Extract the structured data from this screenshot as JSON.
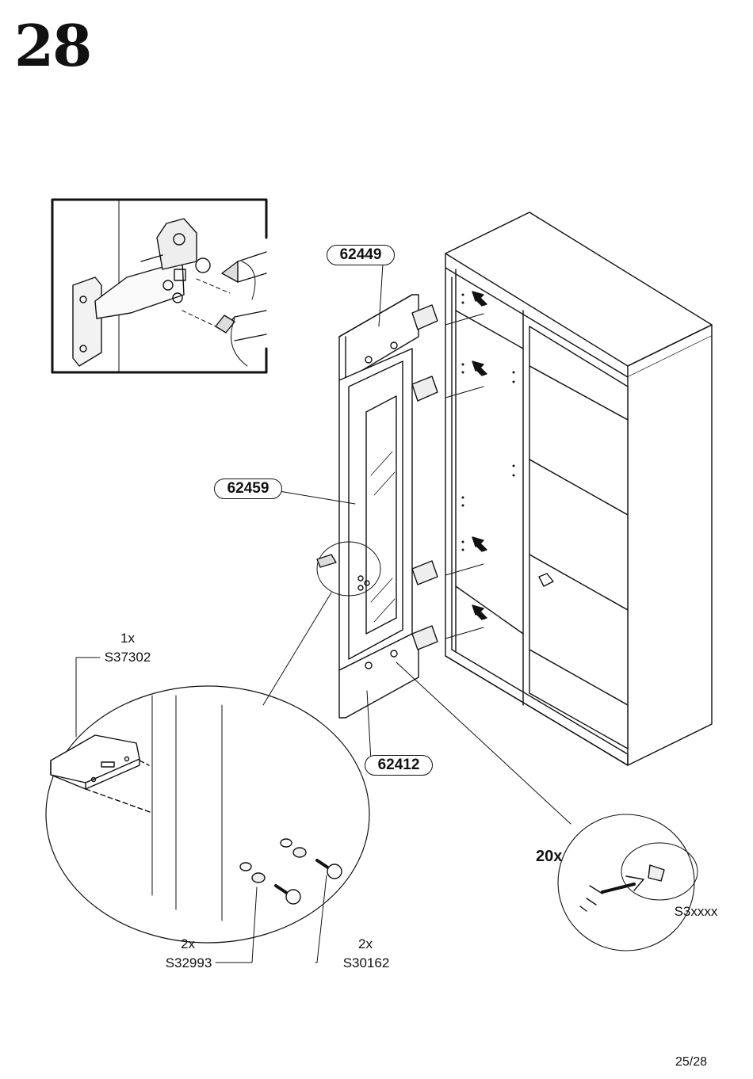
{
  "step_number": "28",
  "page_number": "25/28",
  "parts": {
    "top_panel": "62449",
    "glass_frame": "62459",
    "bottom_panel": "62412"
  },
  "hardware": {
    "connector": {
      "qty": "1x",
      "code": "S37302"
    },
    "plug": {
      "qty": "2x",
      "code": "S32993"
    },
    "screw": {
      "qty": "2x",
      "code": "S30162"
    },
    "cam_lock": {
      "qty": "20x",
      "code": "S3xxxx"
    }
  },
  "icons": {
    "detail_inset": "hinge-detail-icon",
    "screwdriver": "screwdriver-icon",
    "arrow": "insertion-arrow-icon"
  }
}
